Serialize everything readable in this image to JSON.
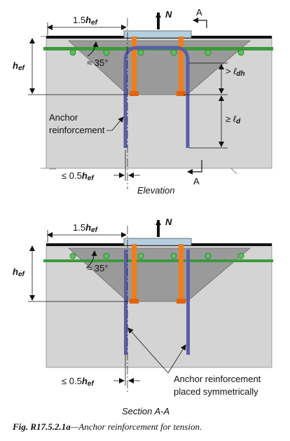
{
  "elevation": {
    "top_dim": "1.5",
    "hef_sym": "h",
    "hef_sub": "ef",
    "load": "N",
    "cut_letter_top": "A",
    "cut_letter_bottom": "A",
    "angle": "≈ 35°",
    "gt_prefix": ">",
    "ldh_sym": "ℓ",
    "ldh_sub": "dh",
    "ge_prefix": "≥",
    "ld_sym": "ℓ",
    "ld_sub": "d",
    "anchor_line1": "Anchor",
    "anchor_line2": "reinforcement",
    "bottom_dim": "≤ 0.5",
    "title": "Elevation"
  },
  "section": {
    "top_dim": "1.5",
    "hef_sym": "h",
    "hef_sub": "ef",
    "load": "N",
    "angle": "≈ 35°",
    "bottom_dim": "≤ 0.5",
    "note_line1": "Anchor reinforcement",
    "note_line2": "placed symmetrically",
    "title": "Section A-A"
  },
  "caption": {
    "label": "Fig. R17.5.2.1a",
    "text": "—Anchor reinforcement for tension."
  },
  "colors": {
    "concrete": "#d4d4d4",
    "cone": "#9a9a9a",
    "plate": "#b4d0e0",
    "anchor": "#f07d1a",
    "rebar": "#5a5fa6",
    "mesh": "#3c9a3c"
  }
}
